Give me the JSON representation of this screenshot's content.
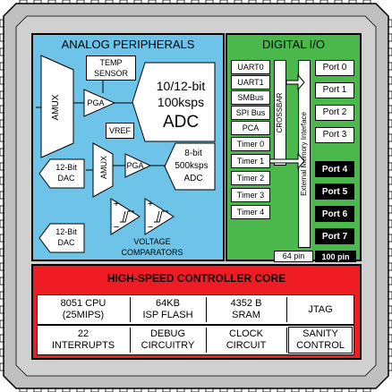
{
  "colors": {
    "chip": "#bfbfbf",
    "analog": "#6ec4e8",
    "digital": "#4ab84a",
    "core": "#ef1d23",
    "white": "#ffffff",
    "black": "#000000"
  },
  "analog": {
    "title": "ANALOG PERIPHERALS",
    "amux_top": "AMUX",
    "temp_sensor": [
      "TEMP",
      "SENSOR"
    ],
    "pga_top": "PGA",
    "vref": "VREF",
    "adc_top": [
      "10/12-bit",
      "100ksps",
      "ADC"
    ],
    "amux_mid": "AMUX",
    "pga_mid": "PGA",
    "adc_mid": [
      "8-bit",
      "500ksps",
      "ADC"
    ],
    "dac_1": [
      "12-Bit",
      "DAC"
    ],
    "dac_2": [
      "12-Bit",
      "DAC"
    ],
    "comparators": [
      "VOLTAGE",
      "COMPARATORS"
    ],
    "plus": "+",
    "minus": "−"
  },
  "digital": {
    "title": "DIGITAL I/O",
    "peripherals": [
      "UART0",
      "UART1",
      "SMBus",
      "SPI Bus",
      "PCA",
      "Timer 0",
      "Timer 1",
      "Timer 2",
      "Timer 3",
      "Timer 4"
    ],
    "crossbar": "CROSSBAR",
    "emi": "External Memory Interface",
    "ports_white": [
      "Port 0",
      "Port 1",
      "Port 2",
      "Port 3"
    ],
    "ports_black": [
      "Port 4",
      "Port 5",
      "Port 6",
      "Port 7"
    ],
    "pin64": "64 pin",
    "pin100": "100 pin"
  },
  "core": {
    "title": "HIGH-SPEED CONTROLLER CORE",
    "row1": [
      [
        "8051 CPU",
        "(25MIPS)"
      ],
      [
        "64KB",
        "ISP FLASH"
      ],
      [
        "4352 B",
        "SRAM"
      ],
      [
        "JTAG"
      ]
    ],
    "row2": [
      [
        "22",
        "INTERRUPTS"
      ],
      [
        "DEBUG",
        "CIRCUITRY"
      ],
      [
        "CLOCK",
        "CIRCUIT"
      ],
      [
        "SANITY",
        "CONTROL"
      ]
    ]
  }
}
